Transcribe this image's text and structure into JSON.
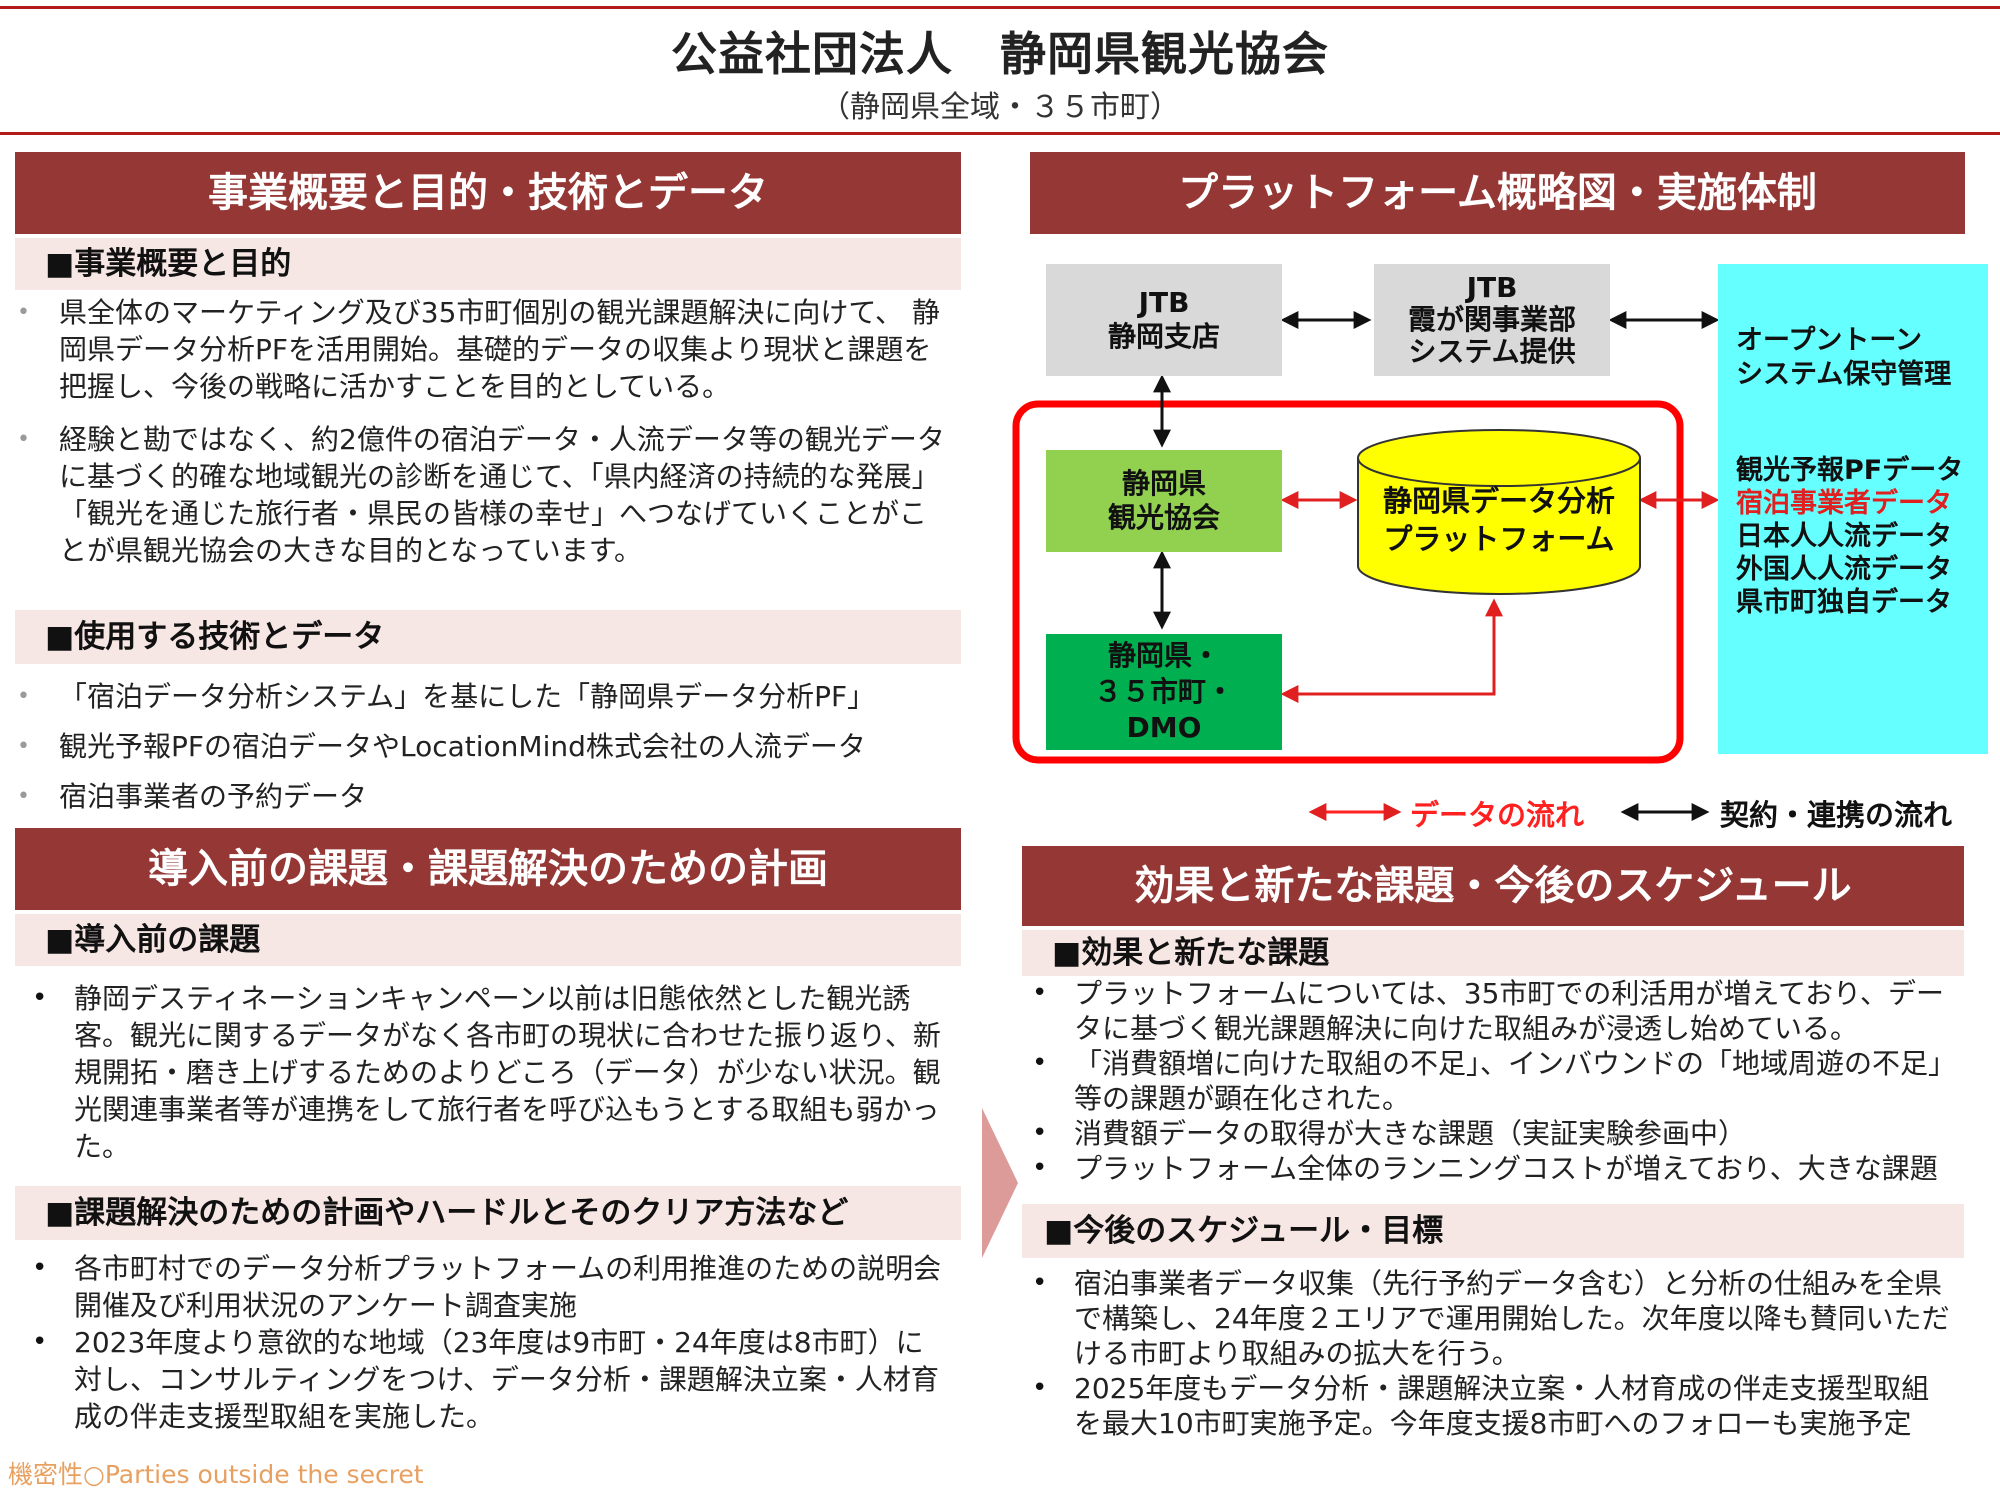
{
  "header": {
    "title": "公益社団法人　静岡県観光協会",
    "subtitle": "（静岡県全域・３５市町）"
  },
  "overview": {
    "band_title": "事業概要と目的・技術とデータ",
    "purpose_heading": "■事業概要と目的",
    "purpose_bullets": [
      "県全体のマーケティング及び35市町個別の観光課題解決に向けて、 静岡県データ分析PFを活用開始。基礎的データの収集より現状と課題を把握し、今後の戦略に活かすことを目的としている。",
      "経験と勘ではなく、約2億件の宿泊データ・人流データ等の観光データに基づく的確な地域観光の診断を通じて、「県内経済の持続的な発展」「観光を通じた旅行者・県民の皆様の幸せ」へつなげていくことがことが県観光協会の大きな目的となっています。"
    ],
    "tech_heading": "■使用する技術とデータ",
    "tech_bullets": [
      "「宿泊データ分析システム」を基にした「静岡県データ分析PF」",
      "観光予報PFの宿泊データやLocationMind株式会社の人流データ",
      "宿泊事業者の予約データ"
    ]
  },
  "issues": {
    "band_title": "導入前の課題・課題解決のための計画",
    "before_heading": "■導入前の課題",
    "before_bullets": [
      "静岡デスティネーションキャンペーン以前は旧態依然とした観光誘客。観光に関するデータがなく各市町の現状に合わせた振り返り、新規開拓・磨き上げするためのよりどころ（データ）が少ない状況。観光関連事業者等が連携をして旅行者を呼び込もうとする取組も弱かった。"
    ],
    "plan_heading": "■課題解決のための計画やハードルとそのクリア方法など",
    "plan_bullets": [
      "各市町村でのデータ分析プラットフォームの利用推進のための説明会開催及び利用状況のアンケート調査実施",
      "2023年度より意欲的な地域（23年度は9市町・24年度は8市町）に対し、コンサルティングをつけ、データ分析・課題解決立案・人材育成の伴走支援型取組を実施した。"
    ]
  },
  "platform": {
    "band_title": "プラットフォーム概略図・実施体制",
    "jtb_branch": [
      "JTB",
      "静岡支店"
    ],
    "jtb_kasumi": [
      "JTB",
      "霞が関事業部",
      "システム提供"
    ],
    "kanko_kyokai": [
      "静岡県",
      "観光協会"
    ],
    "pf_cylinder": [
      "静岡県データ分析",
      "プラットフォーム"
    ],
    "dmo": [
      "静岡県・",
      "３５市町・",
      "DMO"
    ],
    "right_panel": {
      "open_tone": [
        "オープントーン",
        "システム保守管理"
      ],
      "data_items": [
        {
          "label": "観光予報PFデータ",
          "color": "#111111"
        },
        {
          "label": "宿泊事業者データ",
          "color": "#e02020"
        },
        {
          "label": "日本人人流データ",
          "color": "#111111"
        },
        {
          "label": "外国人人流データ",
          "color": "#111111"
        },
        {
          "label": "県市町独自データ",
          "color": "#111111"
        }
      ]
    },
    "legend": {
      "data_flow": "データの流れ",
      "contract_flow": "契約・連携の流れ"
    },
    "colors": {
      "gray_box": "#d9d9d9",
      "light_green": "#92d050",
      "green": "#00b050",
      "yellow": "#ffff00",
      "cyan": "#66ffff",
      "red": "#e02020"
    }
  },
  "effects": {
    "band_title": "効果と新たな課題・今後のスケジュール",
    "effects_heading": "■効果と新たな課題",
    "effects_bullets": [
      "プラットフォームについては、35市町での利活用が増えており、データに基づく観光課題解決に向けた取組みが浸透し始めている。",
      "「消費額増に向けた取組の不足」、インバウンドの「地域周遊の不足」等の課題が顕在化された。",
      "消費額データの取得が大きな課題（実証実験参画中）",
      "プラットフォーム全体のランニングコストが増えており、大きな課題"
    ],
    "schedule_heading": "■今後のスケジュール・目標",
    "schedule_bullets": [
      "宿泊事業者データ収集（先行予約データ含む）と分析の仕組みを全県で構築し、24年度２エリアで運用開始した。次年度以降も賛同いただける市町より取組みの拡大を行う。",
      "2025年度もデータ分析・課題解決立案・人材育成の伴走支援型取組を最大10市町実施予定。今年度支援8市町へのフォローも実施予定"
    ]
  },
  "footer": {
    "confidentiality": "機密性○Parties outside the secret"
  }
}
